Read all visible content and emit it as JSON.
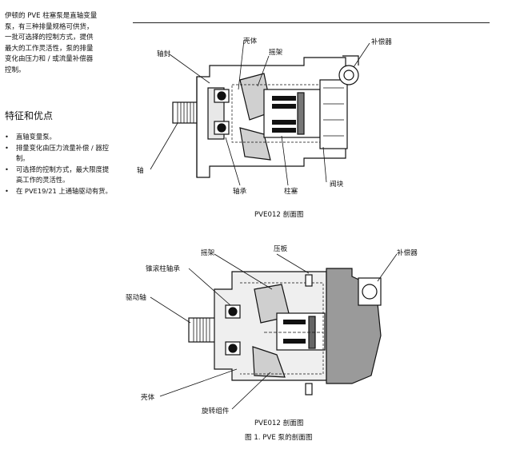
{
  "intro": {
    "lines": [
      "伊顿的 PVE 柱塞泵是直轴变量",
      "泵，有三种排量规格可供货，",
      "一批可选择的控制方式，提供",
      "最大的工作灵活性，泵的排量",
      "变化由压力和 / 或流量补偿器",
      "控制。"
    ]
  },
  "features": {
    "title": "特征和优点",
    "items": [
      {
        "lines": [
          "直轴变量泵。"
        ]
      },
      {
        "lines": [
          "排量变化由压力流量补偿 / 器控",
          "制。"
        ]
      },
      {
        "lines": [
          "可选择的控制方式，最大限度提",
          "高工作的灵活性。"
        ]
      },
      {
        "lines": [
          "在 PVE19/21 上通轴驱动有货。"
        ]
      }
    ]
  },
  "figure1": {
    "caption": "PVE012 剖面图",
    "labels": {
      "shell": "壳体",
      "shaft_seal": "轴封",
      "swashplate": "摇架",
      "compensator": "补偿器",
      "shaft": "轴",
      "bearing": "轴承",
      "piston": "柱塞",
      "valve_block": "阀块"
    }
  },
  "figure2": {
    "caption": "PVE012 剖面图",
    "labels": {
      "swashplate": "摇架",
      "pressure_plate": "压板",
      "compensator": "补偿器",
      "taper_bearing": "锥滚柱轴承",
      "drive_shaft": "驱动轴",
      "shell": "壳体",
      "rotating_group": "旋转组件"
    }
  },
  "figure_caption": "图 1. PVE 泵的剖面图"
}
